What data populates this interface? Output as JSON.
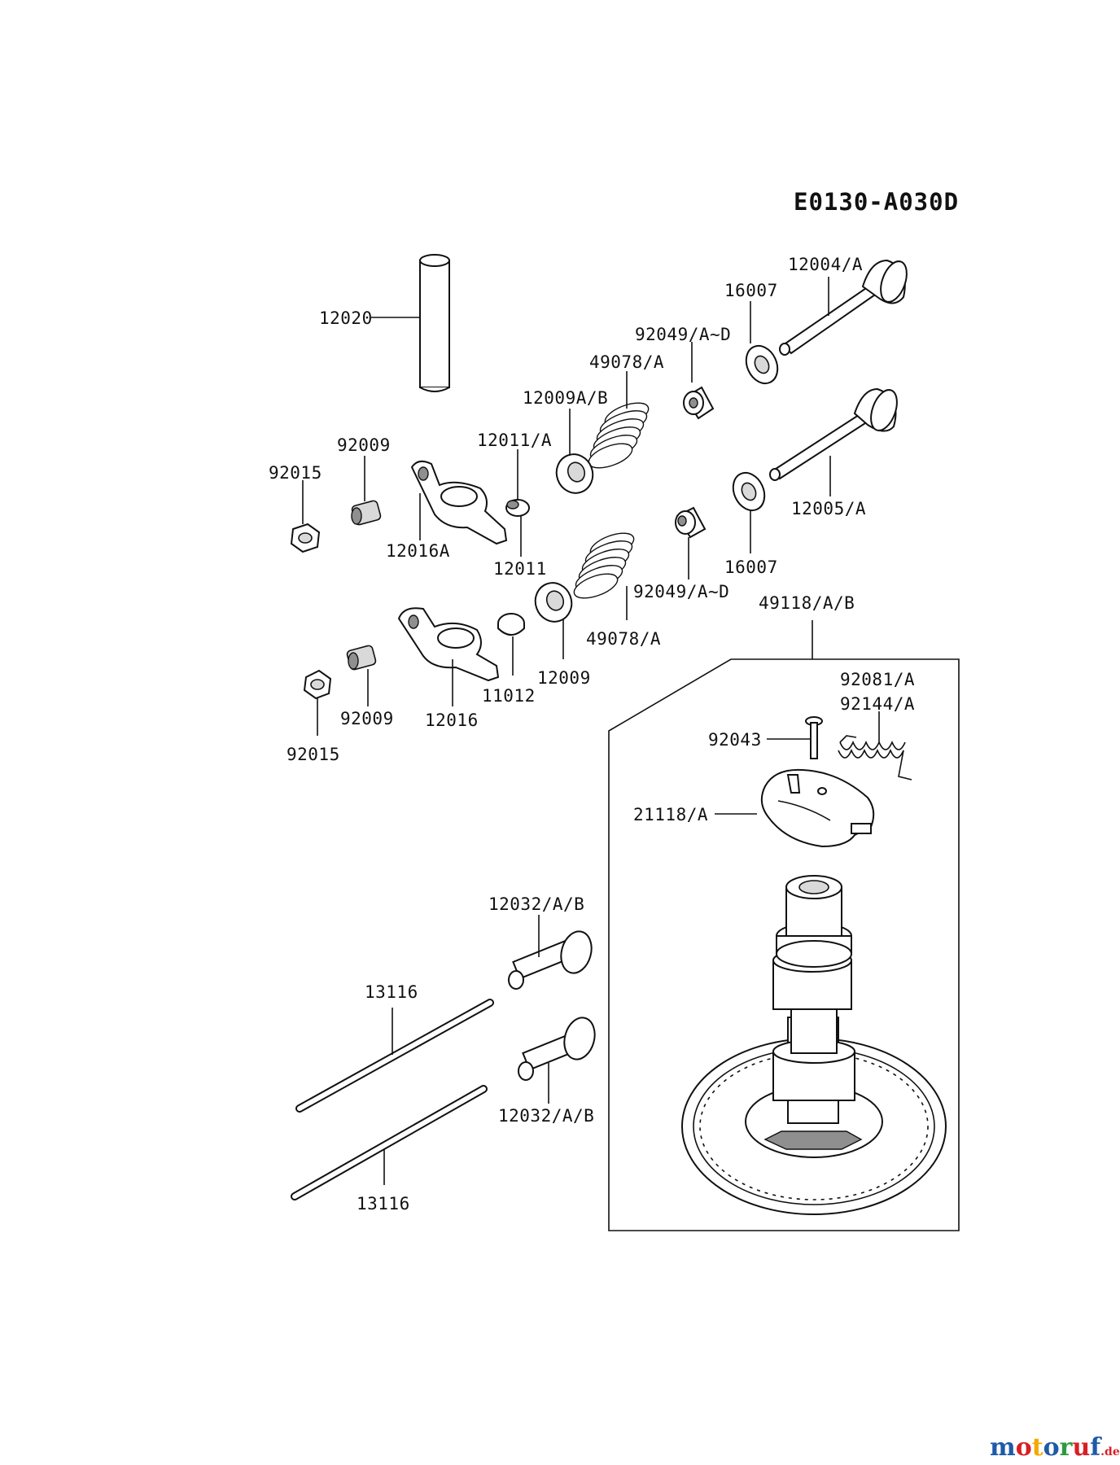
{
  "diagram_code": "E0130-A030D",
  "labels": {
    "l12020": "12020",
    "l12004": "12004/A",
    "l16007a": "16007",
    "l92049a": "92049/A~D",
    "l49078a": "49078/A",
    "l12009ab": "12009A/B",
    "l12011a": "12011/A",
    "l92009a": "92009",
    "l92015a": "92015",
    "l12016a": "12016A",
    "l12011": "12011",
    "l12005": "12005/A",
    "l16007b": "16007",
    "l92049b": "92049/A~D",
    "l49078b": "49078/A",
    "l12009": "12009",
    "l11012": "11012",
    "l12016": "12016",
    "l92009b": "92009",
    "l92015b": "92015",
    "l49118": "49118/A/B",
    "l92081": "92081/A",
    "l92144": "92144/A",
    "l92043": "92043",
    "l21118": "21118/A",
    "l12032a": "12032/A/B",
    "l12032b": "12032/A/B",
    "l13116a": "13116",
    "l13116b": "13116"
  },
  "watermark": {
    "text": "motoruf",
    "suffix": ".de",
    "colors": [
      "#1e5aa8",
      "#d81f26",
      "#f2a900",
      "#1e5aa8",
      "#2e9a3e",
      "#d81f26",
      "#1e5aa8"
    ]
  }
}
